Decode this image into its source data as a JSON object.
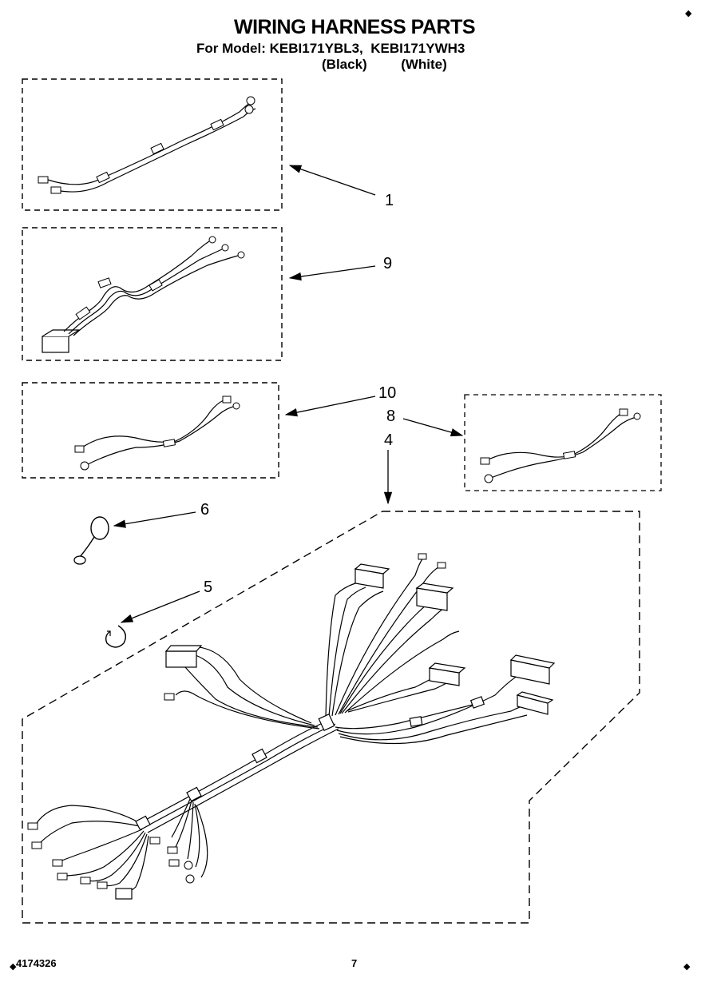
{
  "header": {
    "title": "WIRING HARNESS PARTS",
    "model_prefix": "For Model:",
    "model_black": "KEBI171YBL3,",
    "model_white": "KEBI171YWH3",
    "color_black": "(Black)",
    "color_white": "(White)"
  },
  "callouts": {
    "c1": "1",
    "c9": "9",
    "c10": "10",
    "c8": "8",
    "c4": "4",
    "c6": "6",
    "c5": "5"
  },
  "footer": {
    "doc_number": "4174326",
    "page_number": "7"
  },
  "corner_marks": {
    "top_right": "◆",
    "bottom_right": "◆",
    "bottom_left": "◆"
  }
}
